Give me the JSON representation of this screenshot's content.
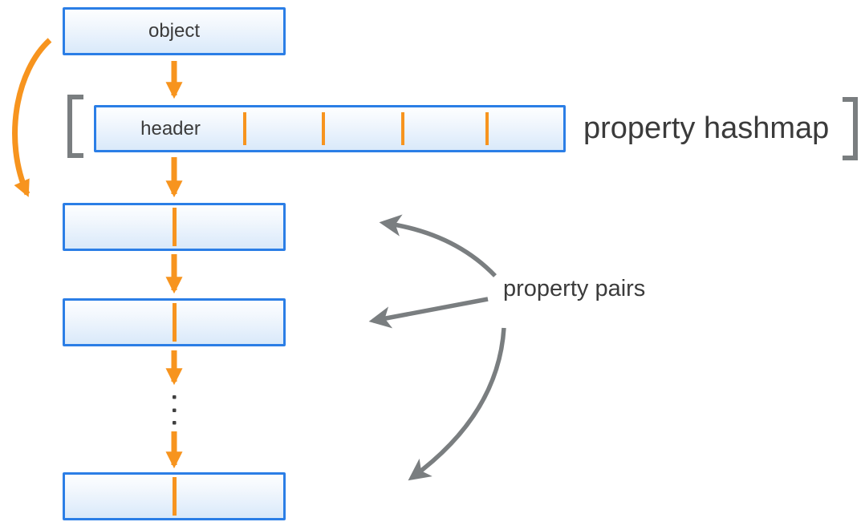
{
  "diagram": {
    "object": {
      "label": "object"
    },
    "hashmap": {
      "header_label": "header",
      "caption": "property hashmap",
      "cell_count": 5,
      "tick_count": 4
    },
    "pairs": {
      "caption": "property pairs",
      "box_count": 3,
      "ellipsis_dots": 3
    },
    "colors": {
      "accent_orange": "#F7941E",
      "box_border_blue": "#2B7EE6",
      "box_fill_top": "#FDFEFF",
      "box_fill_bottom": "#D9E9FA",
      "connector_gray": "#7A7E80",
      "text_dark": "#3B3B3B"
    }
  }
}
